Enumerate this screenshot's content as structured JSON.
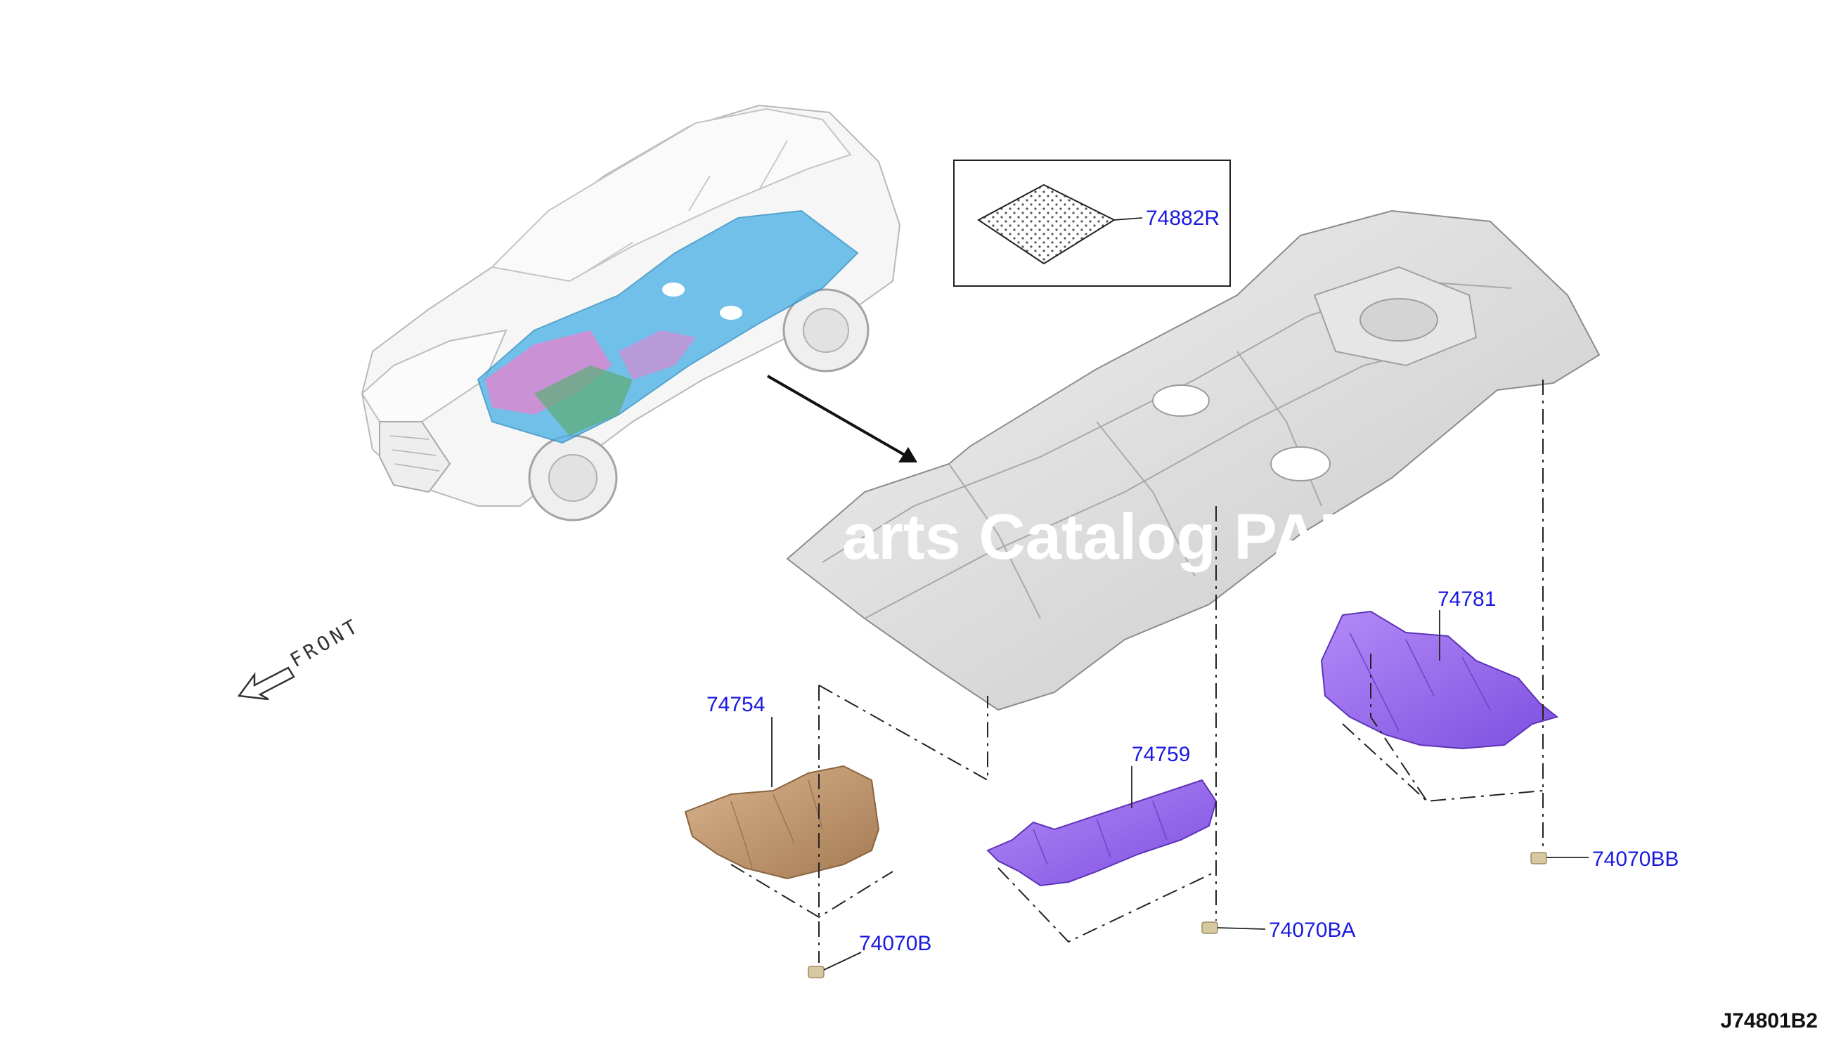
{
  "diagram": {
    "code": "J74801B2",
    "front_label": "FRONT",
    "watermark": "arts Catalog PAR",
    "inset_part": "74882R",
    "parts": [
      {
        "id": "p74754",
        "number": "74754",
        "color": "#c49a70"
      },
      {
        "id": "p74759",
        "number": "74759",
        "color": "#9b6cf2"
      },
      {
        "id": "p74781",
        "number": "74781",
        "color": "#9b6cf2"
      },
      {
        "id": "p74070B",
        "number": "74070B",
        "color": "#d6c9a0"
      },
      {
        "id": "p74070BA",
        "number": "74070BA",
        "color": "#d6c9a0"
      },
      {
        "id": "p74070BB",
        "number": "74070BB",
        "color": "#d6c9a0"
      }
    ],
    "colors": {
      "label": "#1a1ae0",
      "floor_panel": "#d9d9d9",
      "vehicle_highlight": "#4fb3e6"
    }
  }
}
